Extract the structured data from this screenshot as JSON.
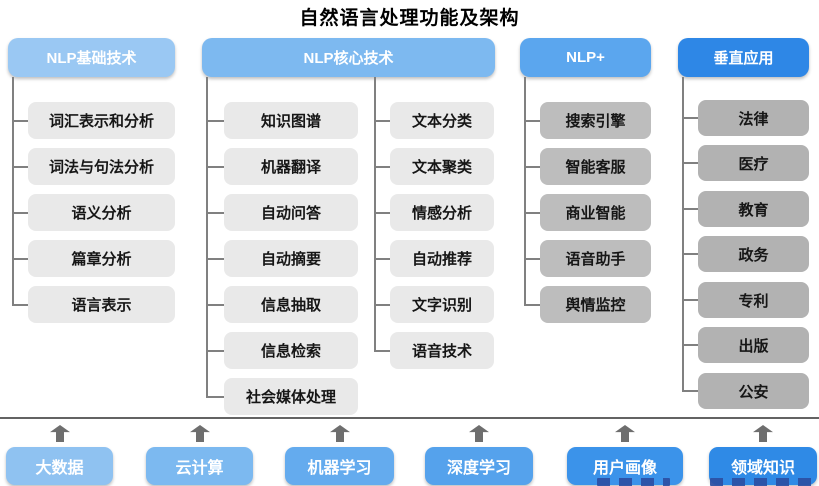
{
  "title": "自然语言处理功能及架构",
  "columns": [
    {
      "header": "NLP基础技术",
      "items": [
        "词汇表示和分析",
        "词法与句法分析",
        "语义分析",
        "篇章分析",
        "语言表示"
      ]
    },
    {
      "header": "NLP核心技术",
      "items_left": [
        "知识图谱",
        "机器翻译",
        "自动问答",
        "自动摘要",
        "信息抽取",
        "信息检索",
        "社会媒体处理"
      ],
      "items_right": [
        "文本分类",
        "文本聚类",
        "情感分析",
        "自动推荐",
        "文字识别",
        "语音技术"
      ]
    },
    {
      "header": "NLP+",
      "items": [
        "搜索引擎",
        "智能客服",
        "商业智能",
        "语音助手",
        "舆情监控"
      ]
    },
    {
      "header": "垂直应用",
      "items": [
        "法律",
        "医疗",
        "教育",
        "政务",
        "专利",
        "出版",
        "公安"
      ]
    }
  ],
  "foundation": {
    "items": [
      "大数据",
      "云计算",
      "机器学习",
      "深度学习",
      "用户画像",
      "领域知识"
    ]
  },
  "palette": {
    "header_blues": [
      "#9ac8f3",
      "#7db9f0",
      "#5ba6ee",
      "#2e87e6"
    ],
    "foundation_blues": [
      "#8fc2f1",
      "#7cb9f0",
      "#64abee",
      "#55a2ec",
      "#3b93ea",
      "#2f8ae6"
    ],
    "item_gray_light": "#e9e9e9",
    "item_gray_medium": "#bdbdbd",
    "item_gray_dark": "#b2b2b2",
    "connector_gray": "#808080",
    "arrow_gray": "#6e6e6e",
    "text_dark": "#161616"
  }
}
